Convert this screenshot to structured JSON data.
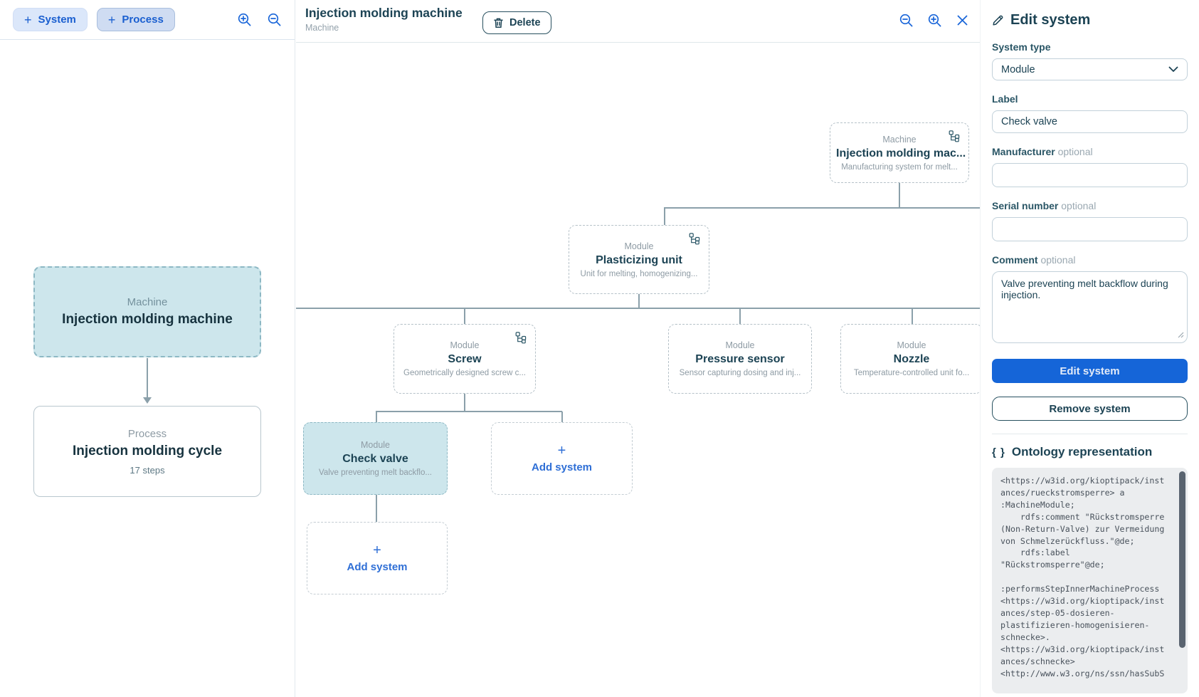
{
  "colors": {
    "accent_blue": "#1a66d9",
    "dark_teal": "#1c4354",
    "muted_gray": "#8e9ba4",
    "selected_fill": "#cde6ec",
    "selected_border": "#8db8c4",
    "primary_button_blue": "#1565d8",
    "code_background": "#ebedef"
  },
  "icons": {
    "plus": "+",
    "braces": "{ }"
  },
  "left_panel": {
    "system_button_label": "System",
    "process_button_label": "Process",
    "machine_card": {
      "type": "Machine",
      "title": "Injection molding machine"
    },
    "process_card": {
      "type": "Process",
      "title": "Injection molding cycle",
      "subtitle": "17 steps"
    }
  },
  "canvas": {
    "header": {
      "title": "Injection molding machine",
      "subtitle": "Machine",
      "delete_label": "Delete"
    },
    "add_system_label": "Add system",
    "nodes": [
      {
        "type": "Machine",
        "title": "Injection molding mac...",
        "subtitle": "Manufacturing system for melt..."
      },
      {
        "type": "Module",
        "title": "Plasticizing unit",
        "subtitle": "Unit for melting, homogenizing..."
      },
      {
        "type": "Module",
        "title": "Screw",
        "subtitle": "Geometrically designed screw c..."
      },
      {
        "type": "Module",
        "title": "Pressure sensor",
        "subtitle": "Sensor capturing dosing and inj..."
      },
      {
        "type": "Module",
        "title": "Nozzle",
        "subtitle": "Temperature-controlled unit fo..."
      },
      {
        "type": "Module",
        "title": "Check valve",
        "subtitle": "Valve preventing melt backflo..."
      }
    ]
  },
  "edit_panel": {
    "title": "Edit system",
    "system_type_label": "System type",
    "system_type_value": "Module",
    "label_label": "Label",
    "label_value": "Check valve",
    "manufacturer_label": "Manufacturer",
    "manufacturer_value": "",
    "serial_label": "Serial number",
    "serial_value": "",
    "comment_label": "Comment",
    "optional_text": "optional",
    "comment_value": "Valve preventing melt backflow during injection.",
    "edit_button_label": "Edit system",
    "remove_button_label": "Remove system",
    "ontology_title": "Ontology representation",
    "ontology_code": "<https://w3id.org/kioptipack/inst\nances/rueckstromsperre> a\n:MachineModule;\n    rdfs:comment \"Rückstromsperre\n(Non-Return-Valve) zur Vermeidung\nvon Schmelzerückfluss.\"@de;\n    rdfs:label\n\"Rückstromsperre\"@de;\n\n:performsStepInnerMachineProcess\n<https://w3id.org/kioptipack/inst\nances/step-05-dosieren-\nplastifizieren-homogenisieren-\nschnecke>.\n<https://w3id.org/kioptipack/inst\nances/schnecke>\n<http://www.w3.org/ns/ssn/hasSubS"
  }
}
